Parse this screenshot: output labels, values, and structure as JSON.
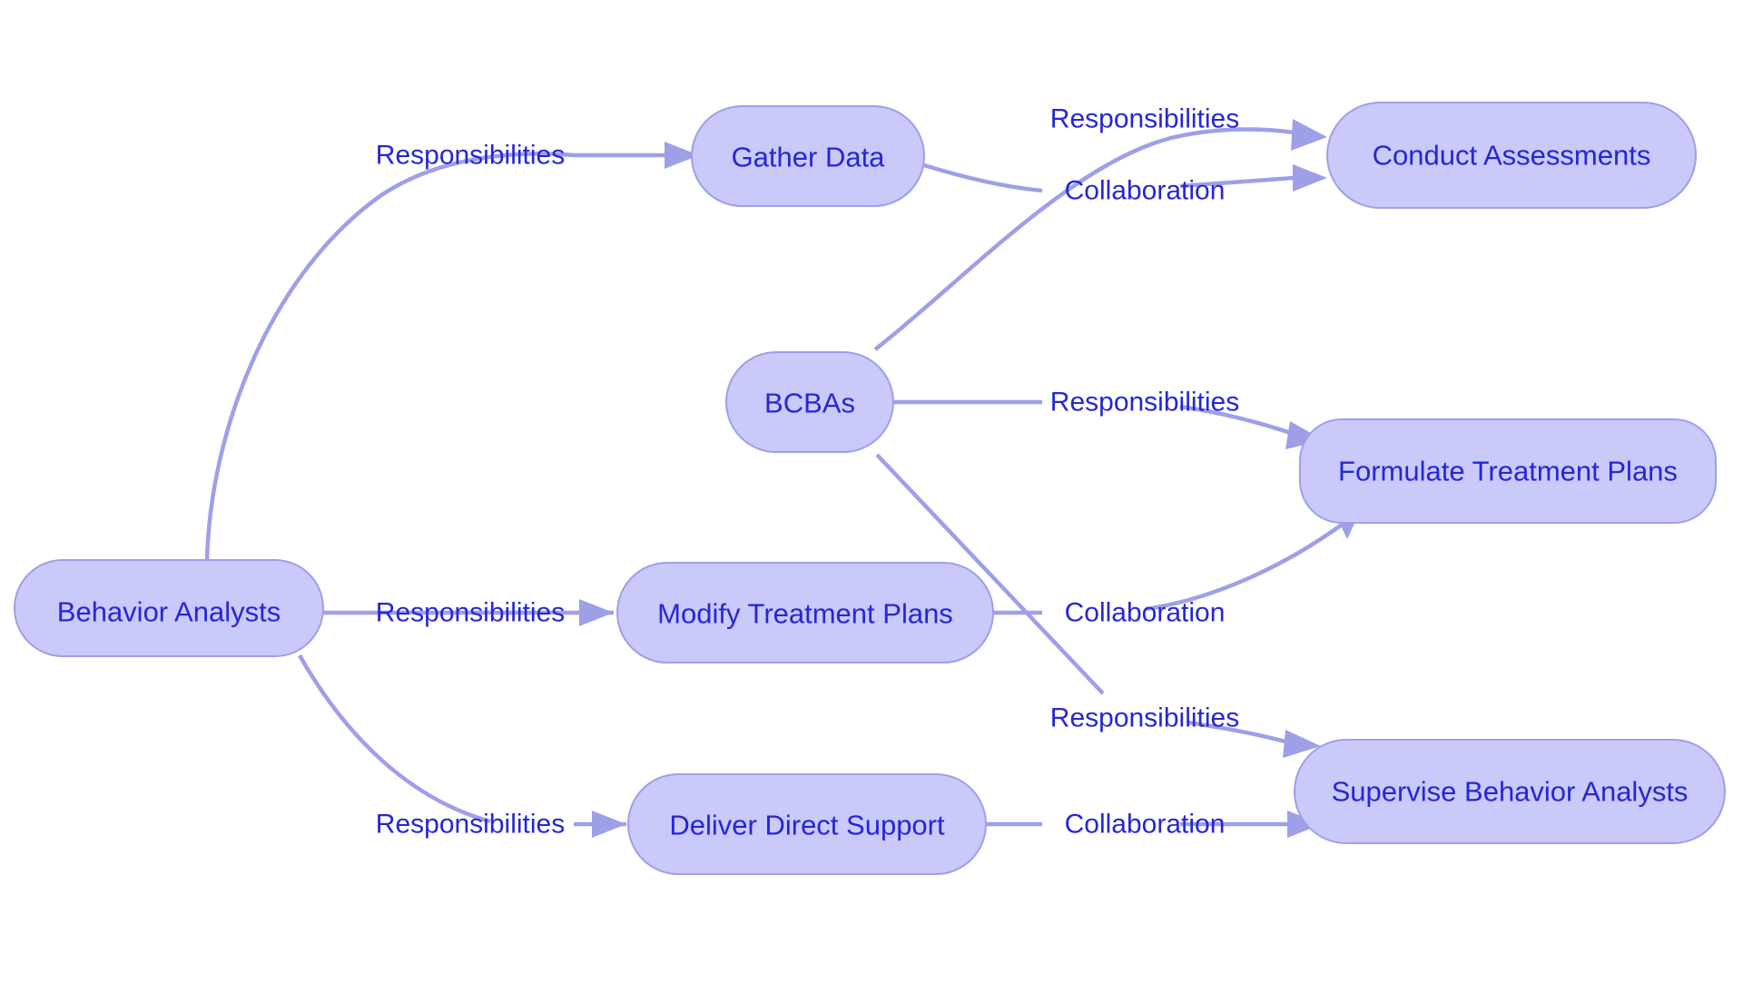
{
  "diagram": {
    "type": "flowchart",
    "direction": "left-to-right",
    "background_color": "#ffffff",
    "node_fill_color": "#c9c9fa",
    "node_border_color": "#9f9fe8",
    "node_text_color": "#2626d6",
    "edge_color": "#9f9fe8",
    "edge_label_color": "#2626d6",
    "nodes": [
      {
        "id": "behavior_analysts",
        "label": "Behavior Analysts"
      },
      {
        "id": "bcbas",
        "label": "BCBAs"
      },
      {
        "id": "gather_data",
        "label": "Gather Data"
      },
      {
        "id": "modify_plans",
        "label": "Modify Treatment Plans"
      },
      {
        "id": "deliver_support",
        "label": "Deliver Direct Support"
      },
      {
        "id": "conduct_assessments",
        "label": "Conduct Assessments"
      },
      {
        "id": "formulate_plans",
        "label": "Formulate Treatment Plans"
      },
      {
        "id": "supervise_analysts",
        "label": "Supervise Behavior Analysts"
      }
    ],
    "edges": [
      {
        "id": "e1",
        "from": "behavior_analysts",
        "to": "gather_data",
        "label": "Responsibilities"
      },
      {
        "id": "e2",
        "from": "behavior_analysts",
        "to": "modify_plans",
        "label": "Responsibilities"
      },
      {
        "id": "e3",
        "from": "behavior_analysts",
        "to": "deliver_support",
        "label": "Responsibilities"
      },
      {
        "id": "e4",
        "from": "bcbas",
        "to": "conduct_assessments",
        "label": "Responsibilities"
      },
      {
        "id": "e5",
        "from": "bcbas",
        "to": "formulate_plans",
        "label": "Responsibilities"
      },
      {
        "id": "e6",
        "from": "bcbas",
        "to": "supervise_analysts",
        "label": "Responsibilities"
      },
      {
        "id": "e7",
        "from": "gather_data",
        "to": "conduct_assessments",
        "label": "Collaboration"
      },
      {
        "id": "e8",
        "from": "modify_plans",
        "to": "formulate_plans",
        "label": "Collaboration"
      },
      {
        "id": "e9",
        "from": "deliver_support",
        "to": "supervise_analysts",
        "label": "Collaboration"
      }
    ]
  }
}
